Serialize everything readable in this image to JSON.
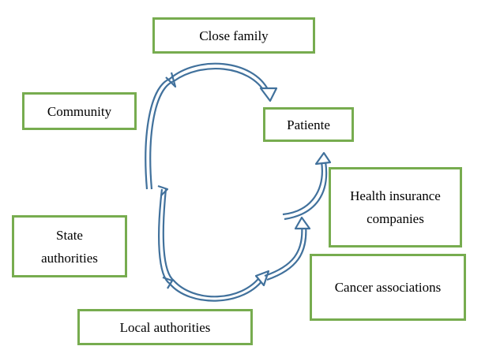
{
  "diagram": {
    "nodes": {
      "close_family": "Close family",
      "community": "Community",
      "patiente": "Patiente",
      "health_insurance": "Health insurance\ncompanies",
      "state_authorities": "State\nauthorities",
      "cancer_associations": "Cancer associations",
      "local_authorities": "Local authorities"
    },
    "colors": {
      "box_border": "#77ac4f",
      "arrow": "#41719c"
    }
  }
}
